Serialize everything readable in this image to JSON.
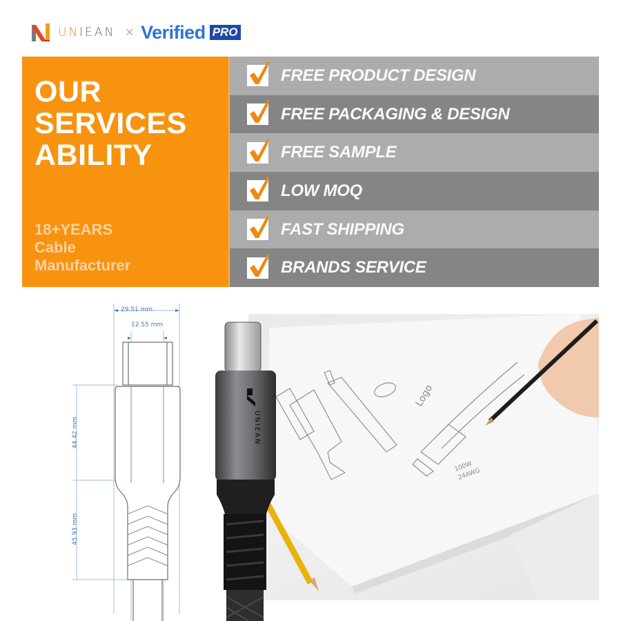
{
  "header": {
    "brand_name": "UNIEAN",
    "brand_name_highlight": "UN",
    "brand_name_rest": "IEAN",
    "separator": "×",
    "partner_name": "Verified",
    "partner_badge": "PRO"
  },
  "hero": {
    "title_lines": [
      "OUR",
      "SERVICES",
      "ABILITY"
    ],
    "subtitle_lines": [
      "18+YEARS",
      "Cable",
      "Manufacturer"
    ]
  },
  "services": [
    {
      "label": "FREE PRODUCT DESIGN",
      "icon": "checkbox-checked-icon"
    },
    {
      "label": "FREE PACKAGING & DESIGN",
      "icon": "checkbox-checked-icon"
    },
    {
      "label": "FREE SAMPLE",
      "icon": "checkbox-checked-icon"
    },
    {
      "label": "LOW MOQ",
      "icon": "checkbox-checked-icon"
    },
    {
      "label": "FAST SHIPPING",
      "icon": "checkbox-checked-icon"
    },
    {
      "label": "BRANDS SERVICE",
      "icon": "checkbox-checked-icon"
    }
  ],
  "drawing": {
    "dimensions": {
      "total_width": "29.51 mm",
      "connector_width": "12.55 mm",
      "housing_length": "44.42 mm",
      "strain_relief_length": "45.93 mm"
    }
  },
  "product": {
    "engraving": "UNIEAN",
    "sketch_labels": [
      "Logo",
      "100W",
      "24AWG"
    ]
  },
  "colors": {
    "accent_orange": "#f7930f",
    "row_light": "#acacac",
    "row_dark": "#858585",
    "verified_blue": "#2d74d6",
    "pro_badge": "#1f4aa5",
    "dimension_blue": "#3f78b8"
  }
}
